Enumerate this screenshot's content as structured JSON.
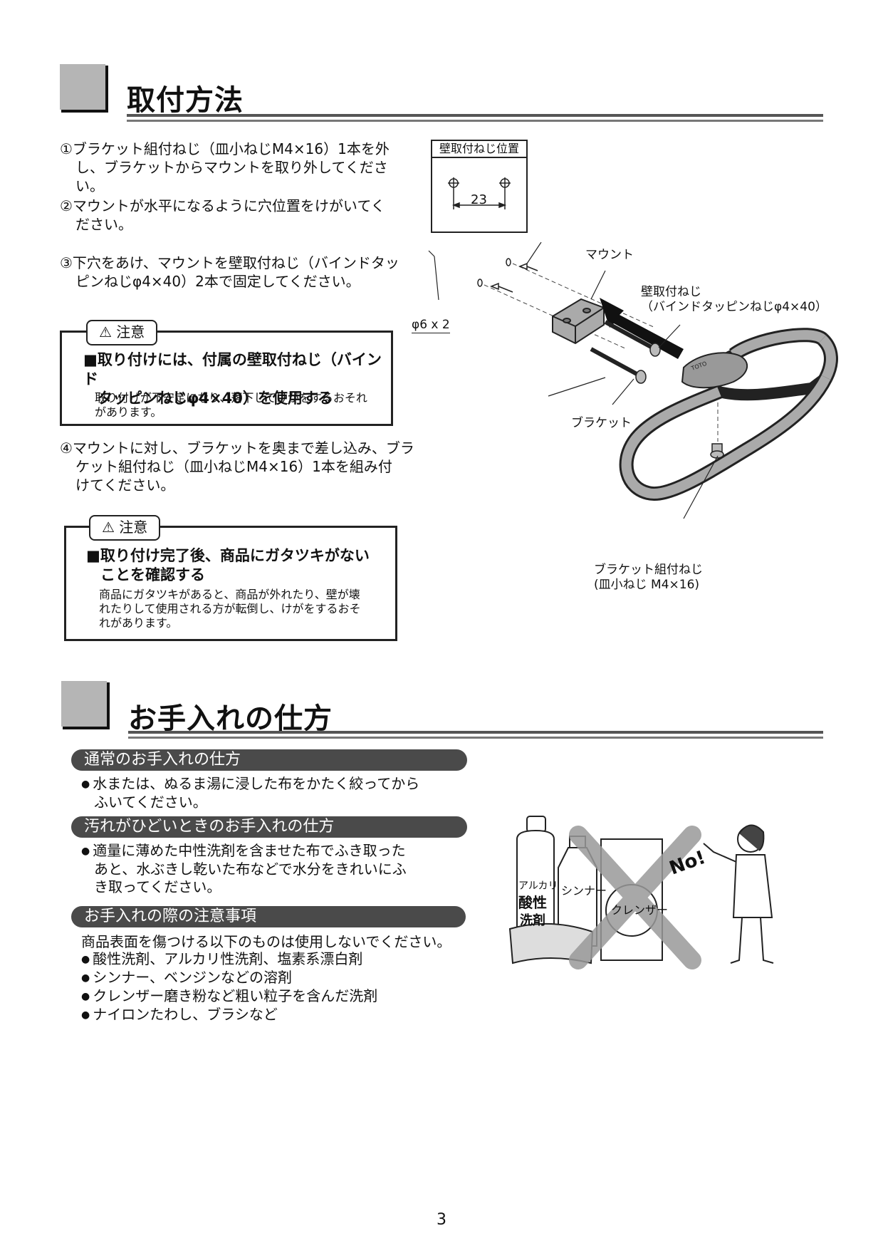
{
  "section1": {
    "title": "取付方法",
    "steps": [
      {
        "l1": "①ブラケット組付ねじ（皿小ねじM4×16）1本を外",
        "l2": "し、ブラケットからマウントを取り外してください。"
      },
      {
        "l1": "②マウントが水平になるように穴位置をけがいてく",
        "l2": "ださい。"
      },
      {
        "l1": "③下穴をあけ、マウントを壁取付ねじ（バインドタッ",
        "l2": "ピンねじφ4×40）2本で固定してください。"
      },
      {
        "l1": "④マウントに対し、ブラケットを奥まで差し込み、ブラ",
        "l2": "ケット組付ねじ（皿小ねじM4×16）1本を組み付",
        "l3": "けてください。"
      }
    ],
    "caution1": {
      "tag": "⚠ 注意",
      "head1": "■取り付けには、付属の壁取付ねじ（バインド",
      "head2": "タッピンねじφ4×40）を使用する",
      "body1": "取り付けが不安定になり、落下してけがをするおそれ",
      "body2": "があります。"
    },
    "caution2": {
      "tag": "⚠ 注意",
      "head1": "■取り付け完了後、商品にガタツキがない",
      "head2": "ことを確認する",
      "body1": "商品にガタツキがあると、商品が外れたり、壁が壊",
      "body2": "れたりして使用される方が転倒し、けがをするおそ",
      "body3": "れがあります。"
    },
    "hole_box": {
      "title": "壁取付ねじ位置",
      "dimension": "23"
    },
    "diagram_labels": {
      "mount": "マウント",
      "wall_screw1": "壁取付ねじ",
      "wall_screw2": "（バインドタッピンねじφ4×40）",
      "hole": "φ6 x 2",
      "bracket": "ブラケット",
      "bracket_screw1": "ブラケット組付ねじ",
      "bracket_screw2": "(皿小ねじ M4×16)",
      "brand": "TOTO"
    }
  },
  "section2": {
    "title": "お手入れの仕方",
    "sub1": {
      "pill": "通常のお手入れの仕方",
      "l1": "水または、ぬるま湯に浸した布をかたく絞ってから",
      "l2": "ふいてください。"
    },
    "sub2": {
      "pill": "汚れがひどいときのお手入れの仕方",
      "l1": "適量に薄めた中性洗剤を含ませた布でふき取った",
      "l2": "あと、水ぶきし乾いた布などで水分をきれいにふ",
      "l3": "き取ってください。"
    },
    "sub3": {
      "pill": "お手入れの際の注意事項",
      "intro": "商品表面を傷つける以下のものは使用しないでください。",
      "items": [
        "酸性洗剤、アルカリ性洗剤、塩素系漂白剤",
        "シンナー、ベンジンなどの溶剤",
        "クレンザー磨き粉など粗い粒子を含んだ洗剤",
        "ナイロンたわし、ブラシなど"
      ]
    },
    "illustration": {
      "bottle1a": "アルカリ",
      "bottle1b": "酸性",
      "bottle1c": "洗剤",
      "bottle2": "シンナー",
      "box": "クレンザー",
      "no": "No!"
    }
  },
  "page_number": "3"
}
